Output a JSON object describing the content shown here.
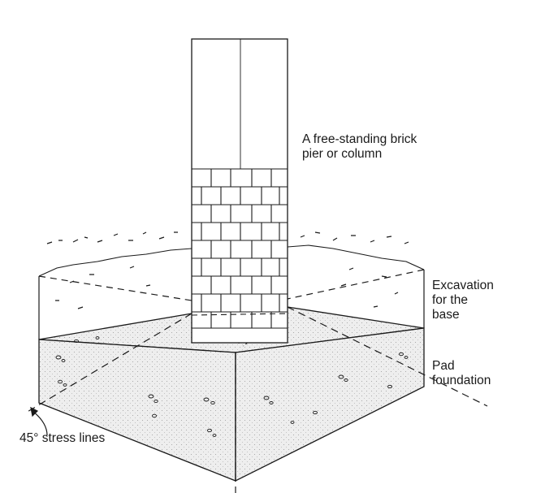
{
  "labels": {
    "pier": [
      "A free-standing brick",
      "pier or column"
    ],
    "excavation": [
      "Excavation",
      "for the",
      "base"
    ],
    "pad": [
      "Pad",
      "foundation"
    ],
    "stress": "45° stress lines"
  },
  "colors": {
    "ink": "#1a1a1a",
    "fill": "#e9e9e9",
    "paper": "#ffffff"
  }
}
